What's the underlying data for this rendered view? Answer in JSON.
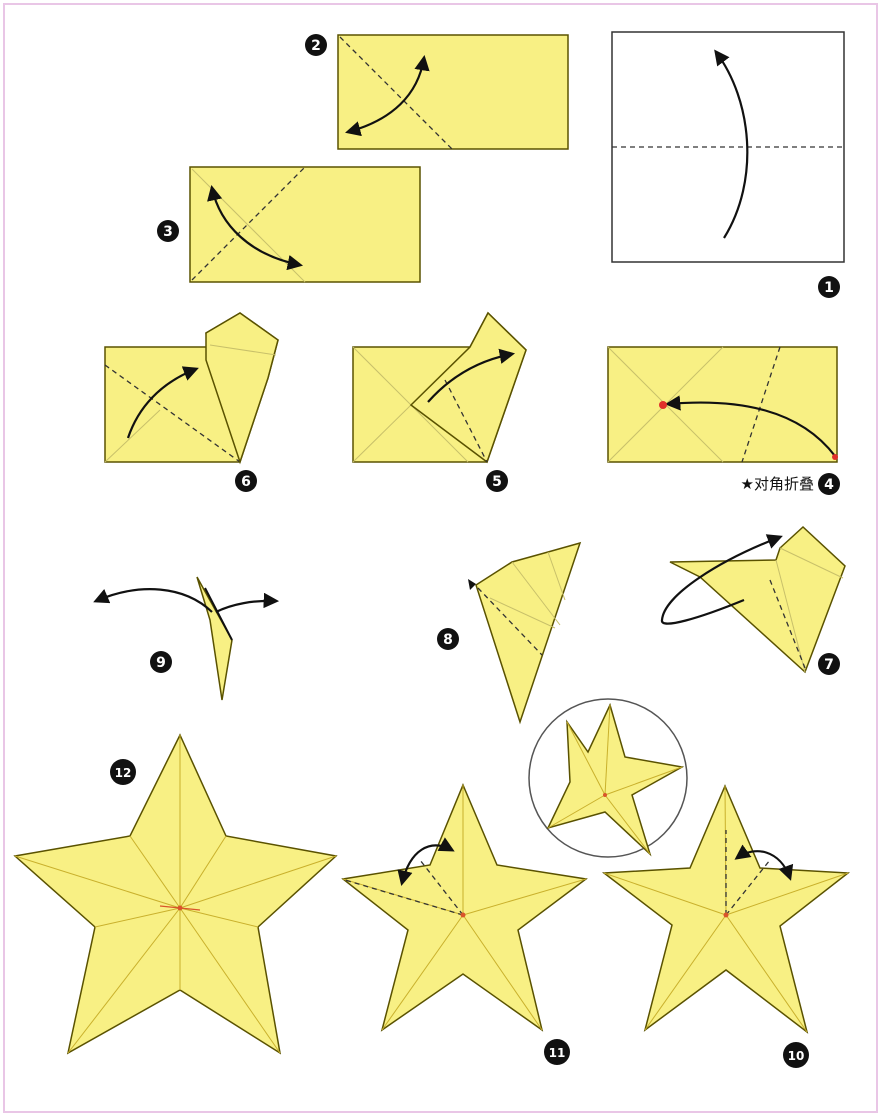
{
  "steps": [
    {
      "label": "1"
    },
    {
      "label": "2"
    },
    {
      "label": "3"
    },
    {
      "label": "4"
    },
    {
      "label": "5"
    },
    {
      "label": "6"
    },
    {
      "label": "7"
    },
    {
      "label": "8"
    },
    {
      "label": "9"
    },
    {
      "label": "10"
    },
    {
      "label": "11"
    },
    {
      "label": "12"
    }
  ],
  "step4_note": "★对角折叠",
  "colors": {
    "paper": "#f8f084",
    "outline": "#5a5200",
    "fold_line": "#333333",
    "arrow": "#111111",
    "marker": "#e0302a"
  }
}
